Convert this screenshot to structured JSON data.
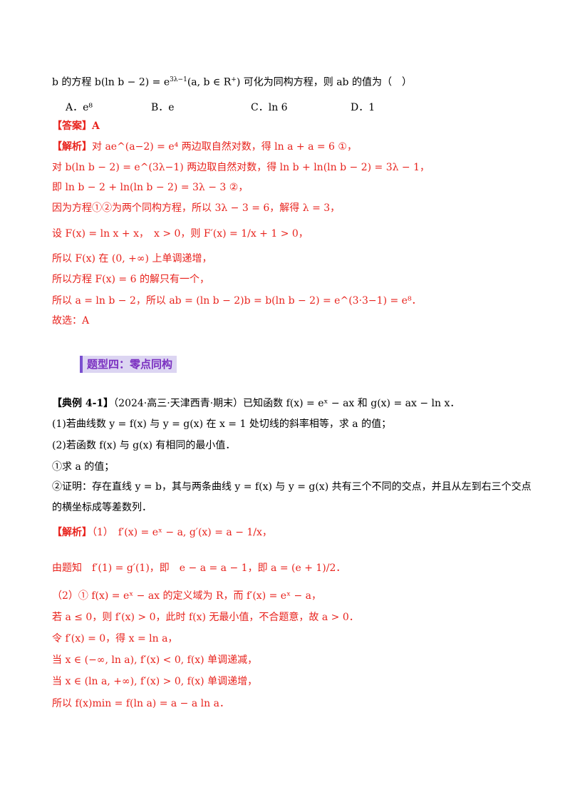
{
  "problem": {
    "stem_part1": "b 的方程 b(ln b − 2) = e",
    "stem_exp": "3λ−1",
    "stem_part2": "(a, b ∈ R",
    "stem_sup2": "+",
    "stem_part3": ") 可化为同构方程，则 ab 的值为（　）",
    "options": [
      "A．e⁸",
      "B．e",
      "C．ln 6",
      "D．1"
    ]
  },
  "answer": {
    "label": "【答案】",
    "value": "A"
  },
  "solution1": {
    "label": "【解析】",
    "lines": [
      "对 ae^(a−2) = e⁴ 两边取自然对数，得 ln a + a = 6 ①，",
      "对 b(ln b − 2) = e^(3λ−1) 两边取自然对数，得 ln b + ln(ln b − 2) = 3λ − 1，",
      "即 ln b − 2 + ln(ln b − 2) = 3λ − 3 ②，",
      "因为方程①②为两个同构方程，所以 3λ − 3 = 6，解得 λ = 3，",
      "设 F(x) = ln x + x，　x > 0，则 F′(x) = 1/x + 1 > 0，",
      "所以 F(x) 在 (0, +∞) 上单调递增，",
      "所以方程 F(x) = 6 的解只有一个，",
      "所以 a = ln b − 2，所以 ab = (ln b − 2)b = b(ln b − 2) = e^(3·3−1) = e⁸．",
      "故选：A"
    ]
  },
  "section": {
    "title": "题型四：零点同构"
  },
  "example": {
    "label": "【典例 4-1】",
    "source": "（2024·高三·天津西青·期末）",
    "text": "已知函数 f(x) = eˣ − ax 和 g(x) = ax − ln x．",
    "q1": "(1)若曲线数 y = f(x) 与 y = g(x) 在 x = 1 处切线的斜率相等，求 a 的值；",
    "q2": "(2)若函数 f(x) 与 g(x) 有相同的最小值．",
    "q2a": "①求 a 的值；",
    "q2b_1": "②证明：存在直线 y = b，其与两条曲线 y = f(x) 与 y = g(x) 共有三个不同的交点，并且从左到右三个交点",
    "q2b_2": "的横坐标成等差数列．"
  },
  "solution2": {
    "label": "【解析】",
    "line1": "（1）　f′(x) = eˣ − a, g′(x) = a − 1/x，",
    "line2": "由题知　f′(1) = g′(1)，即　e − a = a − 1，即 a = (e + 1)/2．",
    "line3": "（2）① f(x) = eˣ − ax 的定义域为 R，而 f′(x) = eˣ − a，",
    "line4": "若 a ≤ 0，则 f′(x) > 0，此时 f(x) 无最小值，不合题意，故 a > 0．",
    "line5": "令 f′(x) = 0，得 x = ln a，",
    "line6": "当 x ∈ (−∞, ln a), f′(x) < 0, f(x) 单调递减，",
    "line7": "当 x ∈ (ln a, +∞), f′(x) > 0, f(x) 单调递增，",
    "line8": "所以 f(x)min = f(ln a) = a − a ln a．"
  }
}
